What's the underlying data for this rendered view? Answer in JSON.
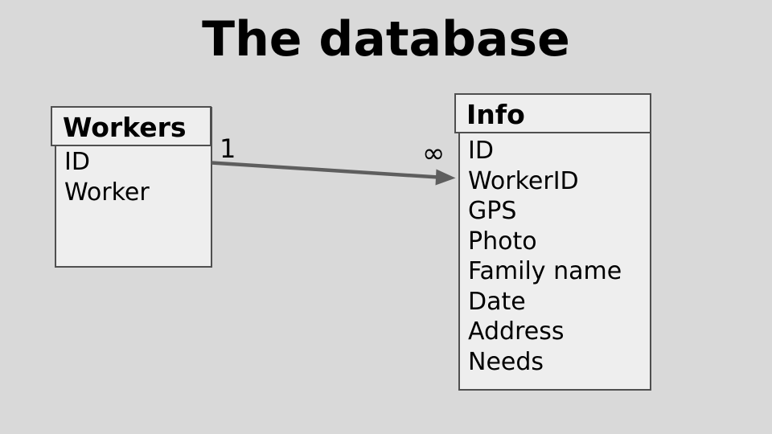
{
  "slide": {
    "title": "The database"
  },
  "diagram": {
    "workers_table": {
      "name": "Workers",
      "fields": [
        "ID",
        "Worker"
      ]
    },
    "info_table": {
      "name": "Info",
      "fields": [
        "ID",
        "WorkerID",
        "GPS",
        "Photo",
        "Family name",
        "Date",
        "Address",
        "Needs"
      ]
    },
    "relationship": {
      "from_table": "Workers",
      "to_table": "Info",
      "from_cardinality": "1",
      "to_cardinality": "∞"
    }
  },
  "colors": {
    "background": "#d9d9d9",
    "shape_fill": "#eeeeee",
    "shape_border": "#4f4f4f",
    "arrow": "#5e5e5e",
    "text": "#000000"
  }
}
